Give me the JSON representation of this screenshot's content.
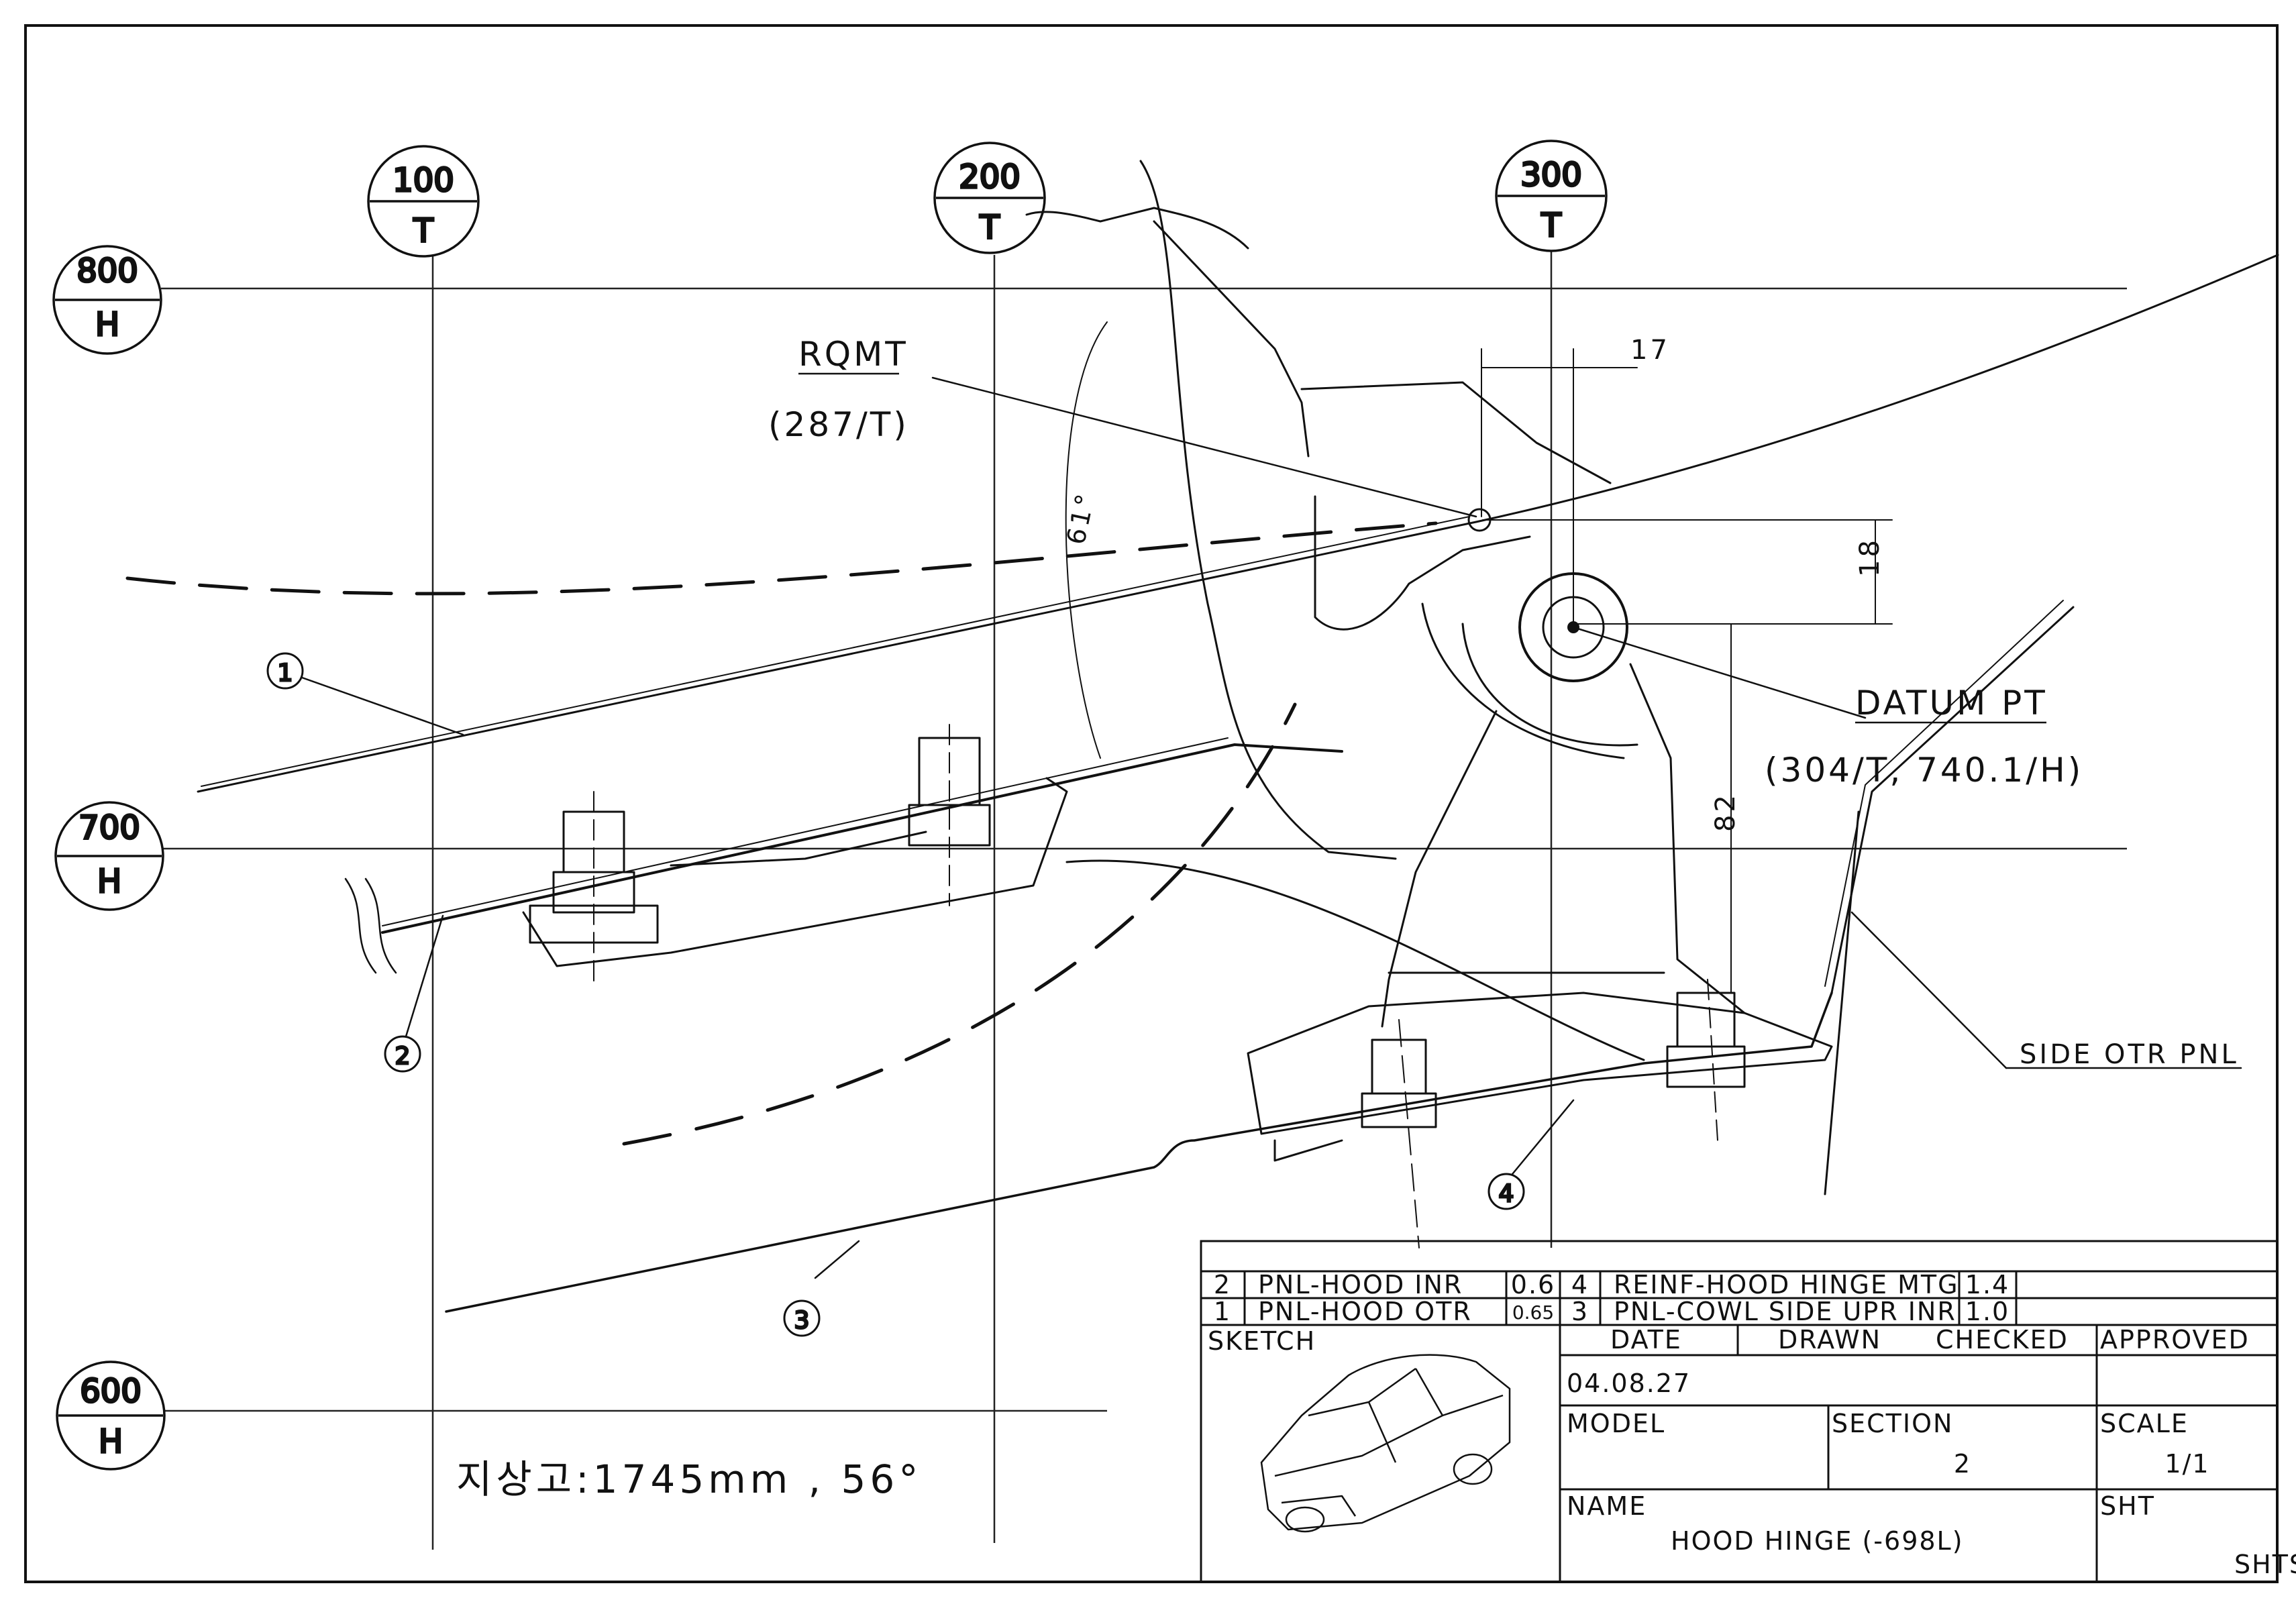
{
  "grid": {
    "horizontal": [
      {
        "value": "800",
        "axis": "H"
      },
      {
        "value": "700",
        "axis": "H"
      },
      {
        "value": "600",
        "axis": "H"
      }
    ],
    "vertical": [
      {
        "value": "100",
        "axis": "T"
      },
      {
        "value": "200",
        "axis": "T"
      },
      {
        "value": "300",
        "axis": "T"
      }
    ]
  },
  "annotations": {
    "rqmt_label": "RQMT",
    "rqmt_coord": "(287/T)",
    "datum_label": "DATUM PT",
    "datum_coord": "(304/T, 740.1/H)",
    "side_panel": "SIDE OTR PNL",
    "angle": "61°",
    "dim_17": "17",
    "dim_18": "18",
    "dim_82": "82",
    "ground_height": "지상고:1745mm , 56°"
  },
  "callouts": [
    "1",
    "2",
    "3",
    "4"
  ],
  "parts": [
    {
      "no": "2",
      "name": "PNL-HOOD INR",
      "thk": "0.6"
    },
    {
      "no": "1",
      "name": "PNL-HOOD OTR",
      "thk": "0.65"
    },
    {
      "no": "4",
      "name": "REINF-HOOD HINGE MTG",
      "thk": "1.4"
    },
    {
      "no": "3",
      "name": "PNL-COWL SIDE UPR INR",
      "thk": "1.0"
    }
  ],
  "title_block": {
    "sketch": "SKETCH",
    "date_label": "DATE",
    "drawn_label": "DRAWN",
    "checked_label": "CHECKED",
    "approved_label": "APPROVED",
    "date_value": "04.08.27",
    "model_label": "MODEL",
    "section_label": "SECTION",
    "section_value": "2",
    "scale_label": "SCALE",
    "scale_value": "1/1",
    "name_label": "NAME",
    "name_value": "HOOD HINGE (-698L)",
    "sht_label": "SHT",
    "shts_label": "SHTS"
  }
}
